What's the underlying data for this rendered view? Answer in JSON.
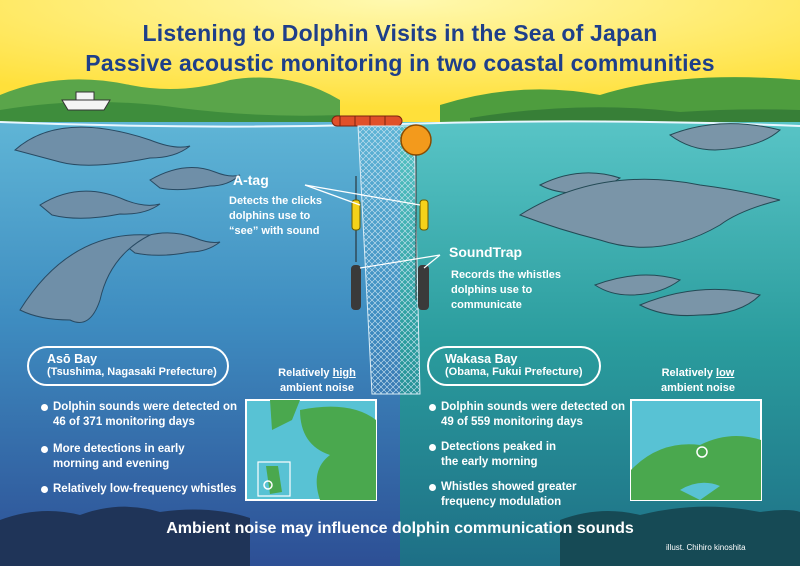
{
  "header": {
    "title_line1": "Listening to Dolphin Visits in the Sea of Japan",
    "title_line2": "Passive acoustic monitoring in two coastal communities"
  },
  "devices": {
    "atag": {
      "name": "A-tag",
      "desc": [
        "Detects the clicks",
        "dolphins use to",
        "“see” with sound"
      ]
    },
    "soundtrap": {
      "name": "SoundTrap",
      "desc": [
        "Records the whistles",
        "dolphins use to",
        "communicate"
      ]
    }
  },
  "sites": {
    "aso": {
      "name": "Asō Bay",
      "location": "(Tsushima, Nagasaki Prefecture)",
      "noise_prefix": "Relatively ",
      "noise_level": "high",
      "noise_suffix": "ambient noise",
      "bullets": [
        [
          "Dolphin sounds were detected on",
          "46 of 371 monitoring days"
        ],
        [
          "More detections in early",
          "morning and evening"
        ],
        [
          "Relatively low-frequency whistles"
        ]
      ]
    },
    "wakasa": {
      "name": "Wakasa Bay",
      "location": "(Obama, Fukui Prefecture)",
      "noise_prefix": "Relatively ",
      "noise_level": "low",
      "noise_suffix": "ambient noise",
      "bullets": [
        [
          "Dolphin sounds were detected on",
          "49 of 559 monitoring days"
        ],
        [
          "Detections peaked in",
          "the early morning"
        ],
        [
          "Whistles showed greater",
          "frequency modulation"
        ]
      ]
    }
  },
  "footer": {
    "conclusion": "Ambient noise may influence dolphin communication sounds",
    "credit": "illust. Chihiro kinoshita"
  },
  "colors": {
    "title": "#1e3f8a",
    "sky": "#ffe94a",
    "sea_left": "#3f86b8",
    "sea_right": "#2e9f9f",
    "land": "#4aa84e",
    "buoy": "#f09a1a"
  }
}
